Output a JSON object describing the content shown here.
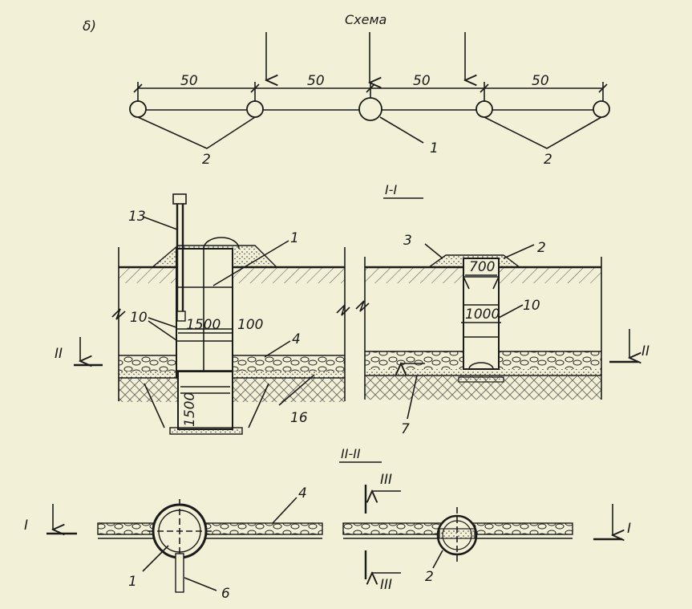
{
  "corner_mark": "δ)",
  "scheme": {
    "title": "Схема",
    "spans": [
      "50",
      "50",
      "50",
      "50"
    ],
    "labels": {
      "well_1": "1",
      "well_2_left": "2",
      "well_2_right": "2"
    }
  },
  "section_1": {
    "title": "I-I",
    "labels": {
      "pipe_13": "13",
      "well_1": "1",
      "well_2": "2",
      "item_3": "3",
      "item_10_left": "10",
      "item_10_right": "10",
      "item_4": "4",
      "item_16": "16",
      "item_7": "7",
      "dim_1500_upper": "1500",
      "dim_100": "100",
      "dim_1500_lower": "1500",
      "dim_700": "700",
      "dim_1000": "1000",
      "cut_left": "II",
      "cut_right": "II"
    }
  },
  "section_2": {
    "title": "II-II",
    "labels": {
      "item_4": "4",
      "well_1": "1",
      "item_6": "6",
      "well_2": "2",
      "cut_left": "I",
      "cut_right": "I",
      "cut_top": "III",
      "cut_bottom": "III"
    }
  }
}
